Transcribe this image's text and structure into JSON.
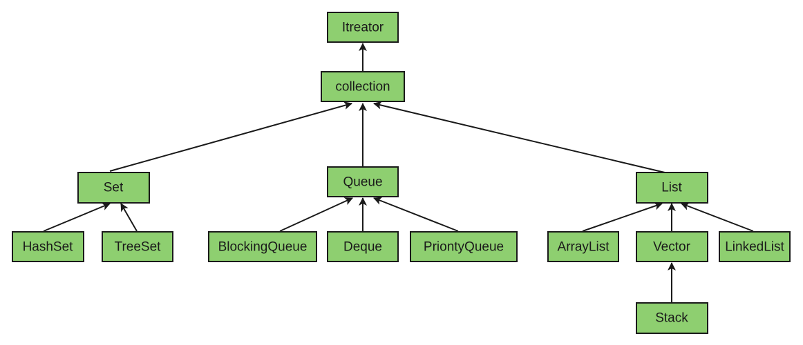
{
  "diagram": {
    "node_fill": "#8ecf70",
    "line_color": "#1a1a1a",
    "nodes": {
      "itreator": "Itreator",
      "collection": "collection",
      "set": "Set",
      "queue": "Queue",
      "list": "List",
      "hashset": "HashSet",
      "treeset": "TreeSet",
      "blockingqueue": "BlockingQueue",
      "deque": "Deque",
      "priontyqueue": "PriontyQueue",
      "arraylist": "ArrayList",
      "vector": "Vector",
      "linkedlist": "LinkedList",
      "stack": "Stack"
    },
    "edges": [
      {
        "from": "collection",
        "to": "itreator"
      },
      {
        "from": "set",
        "to": "collection"
      },
      {
        "from": "queue",
        "to": "collection"
      },
      {
        "from": "list",
        "to": "collection"
      },
      {
        "from": "hashset",
        "to": "set"
      },
      {
        "from": "treeset",
        "to": "set"
      },
      {
        "from": "blockingqueue",
        "to": "queue"
      },
      {
        "from": "deque",
        "to": "queue"
      },
      {
        "from": "priontyqueue",
        "to": "queue"
      },
      {
        "from": "arraylist",
        "to": "list"
      },
      {
        "from": "vector",
        "to": "list"
      },
      {
        "from": "linkedlist",
        "to": "list"
      },
      {
        "from": "stack",
        "to": "vector"
      }
    ]
  }
}
